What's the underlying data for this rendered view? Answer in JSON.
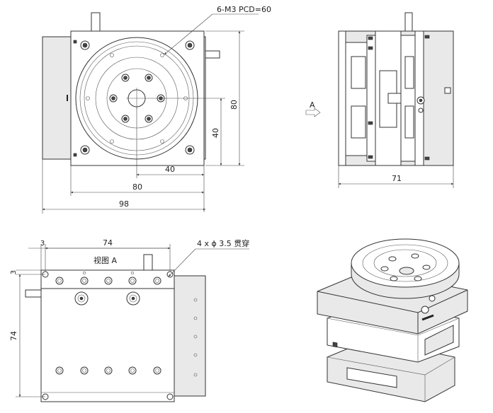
{
  "top_view": {
    "callout": "6-M3 PCD=60",
    "dim_80": "80",
    "dim_40_vertical": "40",
    "dim_40": "40",
    "dim_80_horizontal": "80",
    "dim_98": "98"
  },
  "side_view": {
    "arrow_label": "A",
    "dim_71": "71"
  },
  "view_a": {
    "title": "视图 A",
    "dim_3_top": "3",
    "dim_74_top": "74",
    "dim_3_left": "3",
    "dim_74_left": "74",
    "hole_callout": "4 x ϕ 3.5 贯穿"
  }
}
